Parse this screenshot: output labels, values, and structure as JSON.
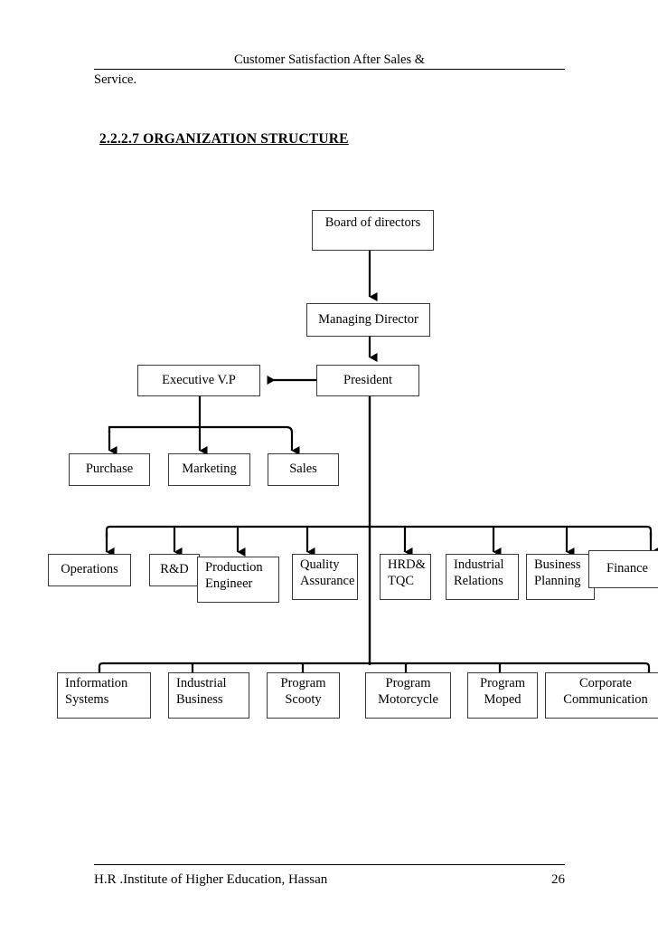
{
  "header": {
    "title_line1": "Customer Satisfaction After Sales &",
    "title_line2": "Service."
  },
  "section": {
    "number": "2.2.2.7",
    "heading": "ORGANIZATION STRUCTURE",
    "full": "2.2.2.7  ORGANIZATION STRUCTURE"
  },
  "footer": {
    "institute": "H.R .Institute of Higher Education, Hassan",
    "page_number": "26"
  },
  "chart_data": {
    "type": "org-chart",
    "title": "ORGANIZATION STRUCTURE",
    "line_color": "#000000",
    "box_border_color": "#3a3a3a",
    "box_fill": "#ffffff",
    "levels": [
      {
        "level": 1,
        "nodes": [
          {
            "id": "board",
            "label": "Board of directors"
          }
        ]
      },
      {
        "level": 2,
        "nodes": [
          {
            "id": "md",
            "label": "Managing Director"
          }
        ]
      },
      {
        "level": 3,
        "nodes": [
          {
            "id": "evp",
            "label": "Executive V.P"
          },
          {
            "id": "president",
            "label": "President"
          }
        ]
      },
      {
        "level": 4,
        "nodes": [
          {
            "id": "purchase",
            "label": "Purchase"
          },
          {
            "id": "marketing",
            "label": "Marketing"
          },
          {
            "id": "sales",
            "label": "Sales"
          }
        ]
      },
      {
        "level": 5,
        "nodes": [
          {
            "id": "operations",
            "label": "Operations"
          },
          {
            "id": "rnd",
            "label": "R&D"
          },
          {
            "id": "production-engineer",
            "label": "Production\nEngineer"
          },
          {
            "id": "quality-assurance",
            "label": "Quality\nAssurance"
          },
          {
            "id": "hrd-tqc",
            "label": "HRD&\nTQC"
          },
          {
            "id": "industrial-relations",
            "label": "Industrial\nRelations"
          },
          {
            "id": "business-planning",
            "label": "Business\nPlanning"
          },
          {
            "id": "finance",
            "label": "Finance"
          }
        ]
      },
      {
        "level": 6,
        "nodes": [
          {
            "id": "information-systems",
            "label": "Information\nSystems"
          },
          {
            "id": "industrial-business",
            "label": "Industrial\nBusiness"
          },
          {
            "id": "program-scooty",
            "label": "Program\nScooty"
          },
          {
            "id": "program-motorcycle",
            "label": "Program\nMotorcycle"
          },
          {
            "id": "program-moped",
            "label": "Program\nMoped"
          },
          {
            "id": "corporate-communication",
            "label": "Corporate\nCommunication"
          }
        ]
      }
    ],
    "edges": [
      {
        "from": "board",
        "to": "md",
        "style": "arrow-down"
      },
      {
        "from": "md",
        "to": "president",
        "style": "arrow-down"
      },
      {
        "from": "president",
        "to": "evp",
        "style": "arrow-left"
      },
      {
        "from": "evp",
        "to": "purchase",
        "style": "arrow-down"
      },
      {
        "from": "evp",
        "to": "marketing",
        "style": "arrow-down"
      },
      {
        "from": "evp",
        "to": "sales",
        "style": "arrow-down"
      },
      {
        "from": "president",
        "to": "operations",
        "style": "arrow-down"
      },
      {
        "from": "president",
        "to": "rnd",
        "style": "arrow-down"
      },
      {
        "from": "president",
        "to": "production-engineer",
        "style": "arrow-down"
      },
      {
        "from": "president",
        "to": "quality-assurance",
        "style": "arrow-down"
      },
      {
        "from": "president",
        "to": "hrd-tqc",
        "style": "arrow-down"
      },
      {
        "from": "president",
        "to": "industrial-relations",
        "style": "arrow-down"
      },
      {
        "from": "president",
        "to": "business-planning",
        "style": "arrow-down"
      },
      {
        "from": "president",
        "to": "finance",
        "style": "arrow-down"
      },
      {
        "from": "president",
        "to": "information-systems",
        "style": "arrow-down"
      },
      {
        "from": "president",
        "to": "industrial-business",
        "style": "arrow-down"
      },
      {
        "from": "president",
        "to": "program-scooty",
        "style": "arrow-down"
      },
      {
        "from": "president",
        "to": "program-motorcycle",
        "style": "arrow-down"
      },
      {
        "from": "president",
        "to": "program-moped",
        "style": "arrow-down"
      },
      {
        "from": "president",
        "to": "corporate-communication",
        "style": "arrow-down"
      }
    ]
  }
}
